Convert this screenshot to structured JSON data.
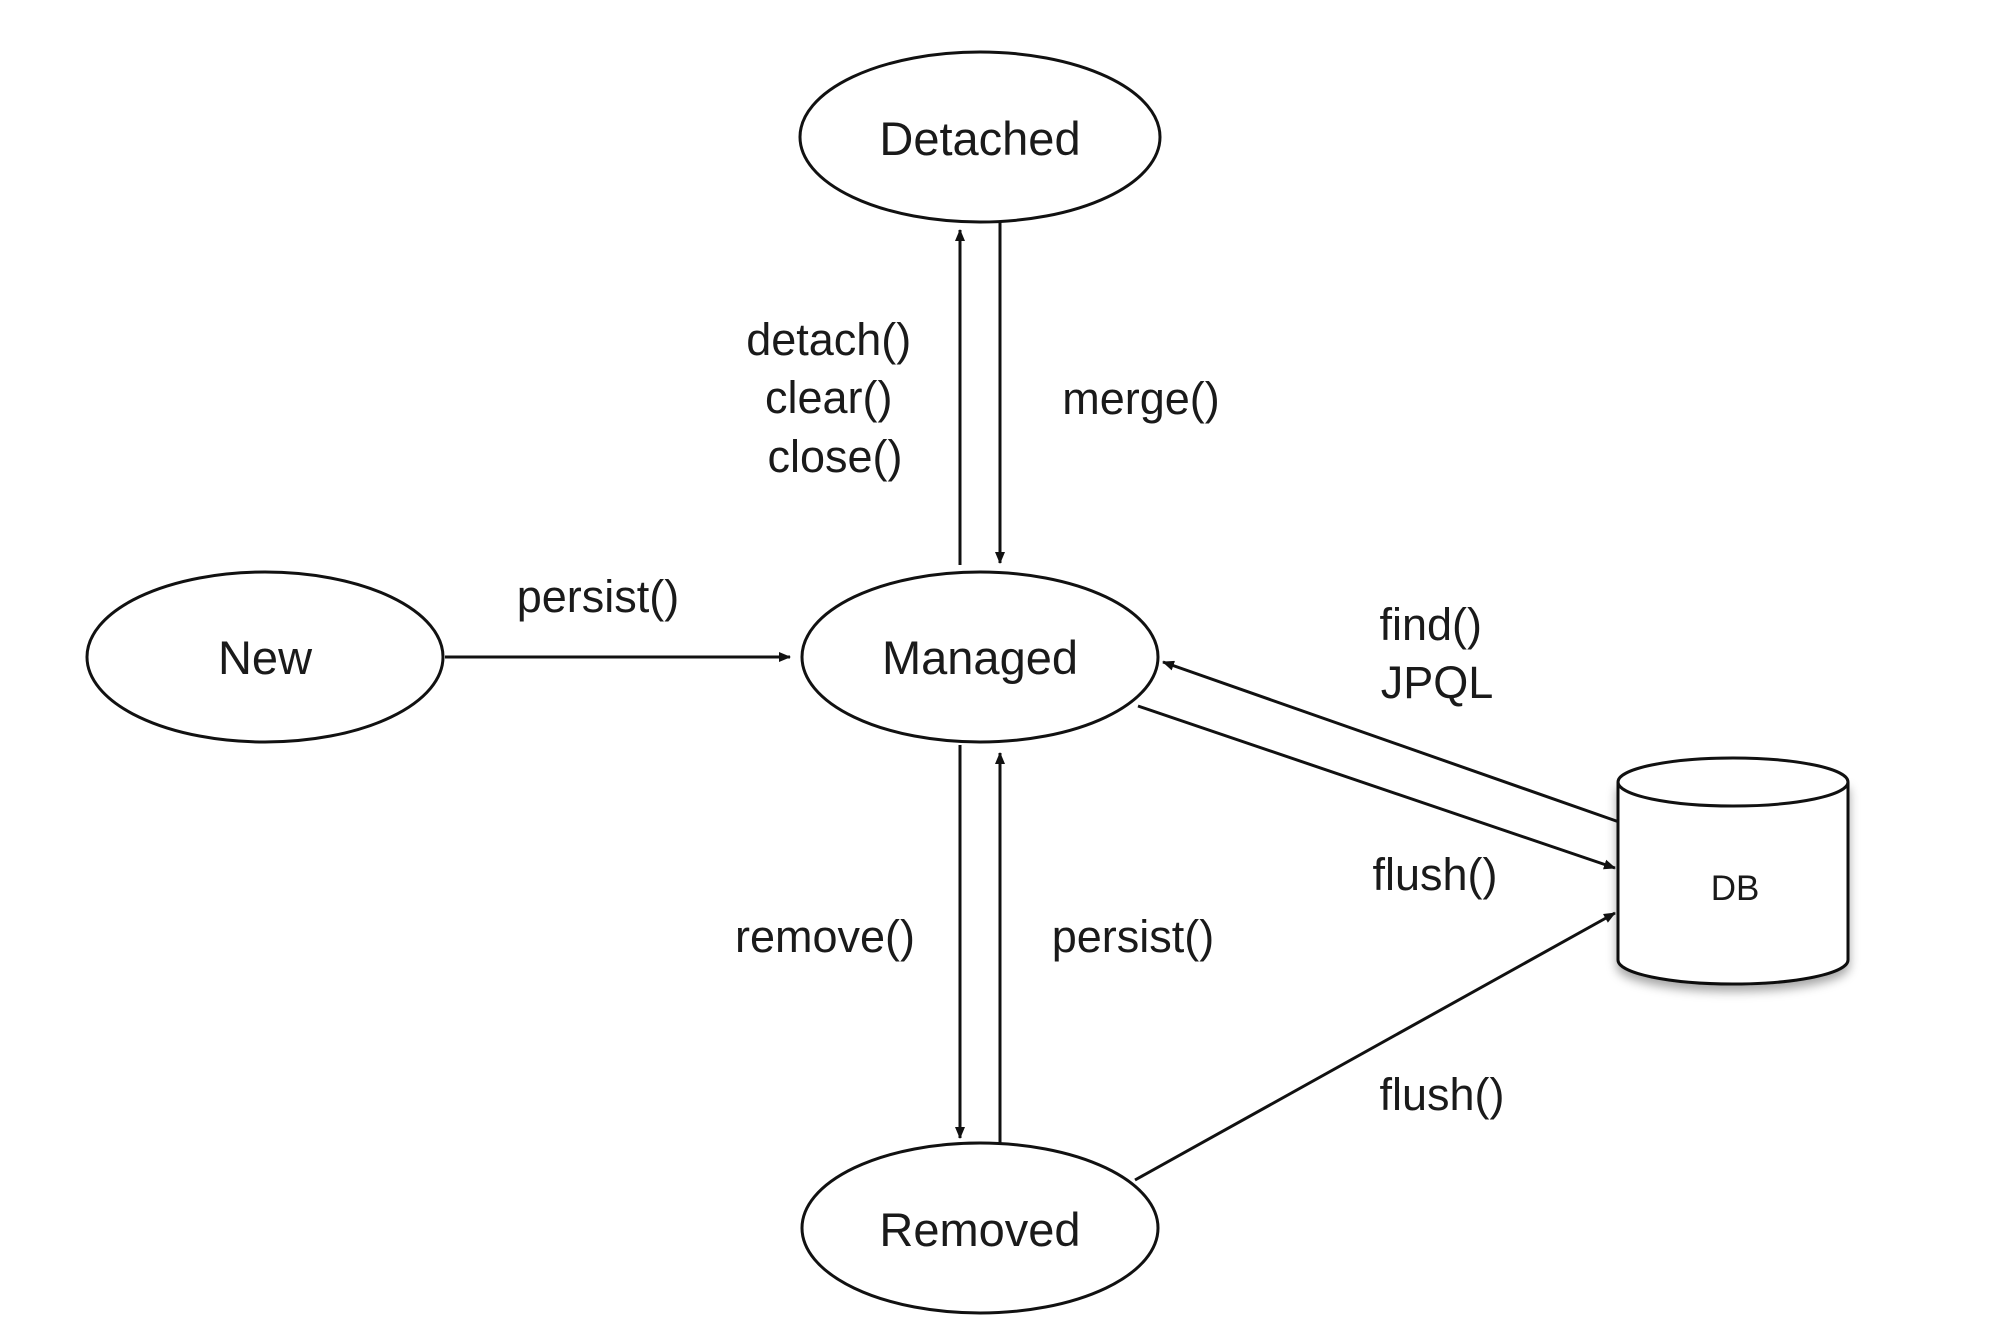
{
  "states": {
    "detached": "Detached",
    "new": "New",
    "managed": "Managed",
    "removed": "Removed",
    "db": "DB"
  },
  "transitions": {
    "detach_lines": [
      "detach()",
      "clear()",
      "close()"
    ],
    "merge": "merge()",
    "persist_new": "persist()",
    "find_lines": [
      "find()",
      "JPQL"
    ],
    "flush_managed": "flush()",
    "remove": "remove()",
    "persist_removed": "persist()",
    "flush_removed": "flush()"
  },
  "colors": {
    "stroke": "#111111",
    "text": "#1a1a1a",
    "fill": "#ffffff"
  }
}
